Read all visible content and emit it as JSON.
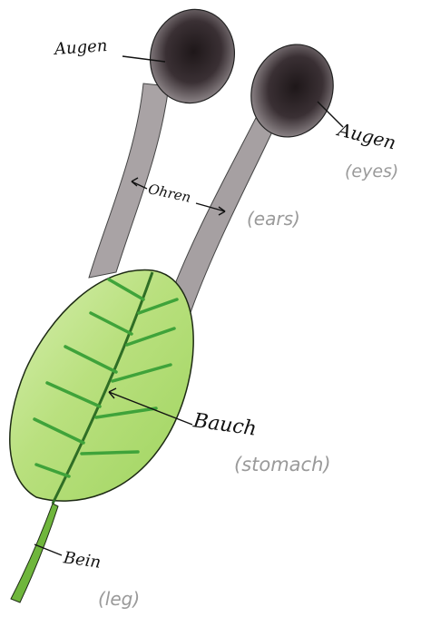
{
  "labels": {
    "augen_left": "Augen",
    "augen_right": "Augen",
    "eyes": "(eyes)",
    "ohren": "Ohren",
    "ears": "(ears)",
    "bauch": "Bauch",
    "stomach": "(stomach)",
    "bein": "Bein",
    "leg": "(leg)"
  },
  "colors": {
    "leaf_fill": "#b6e07a",
    "leaf_veins": "#3fa33a",
    "stalk": "#9e9a9b",
    "eye_dark": "#2a2024",
    "translation_text": "#9a9a9a"
  }
}
